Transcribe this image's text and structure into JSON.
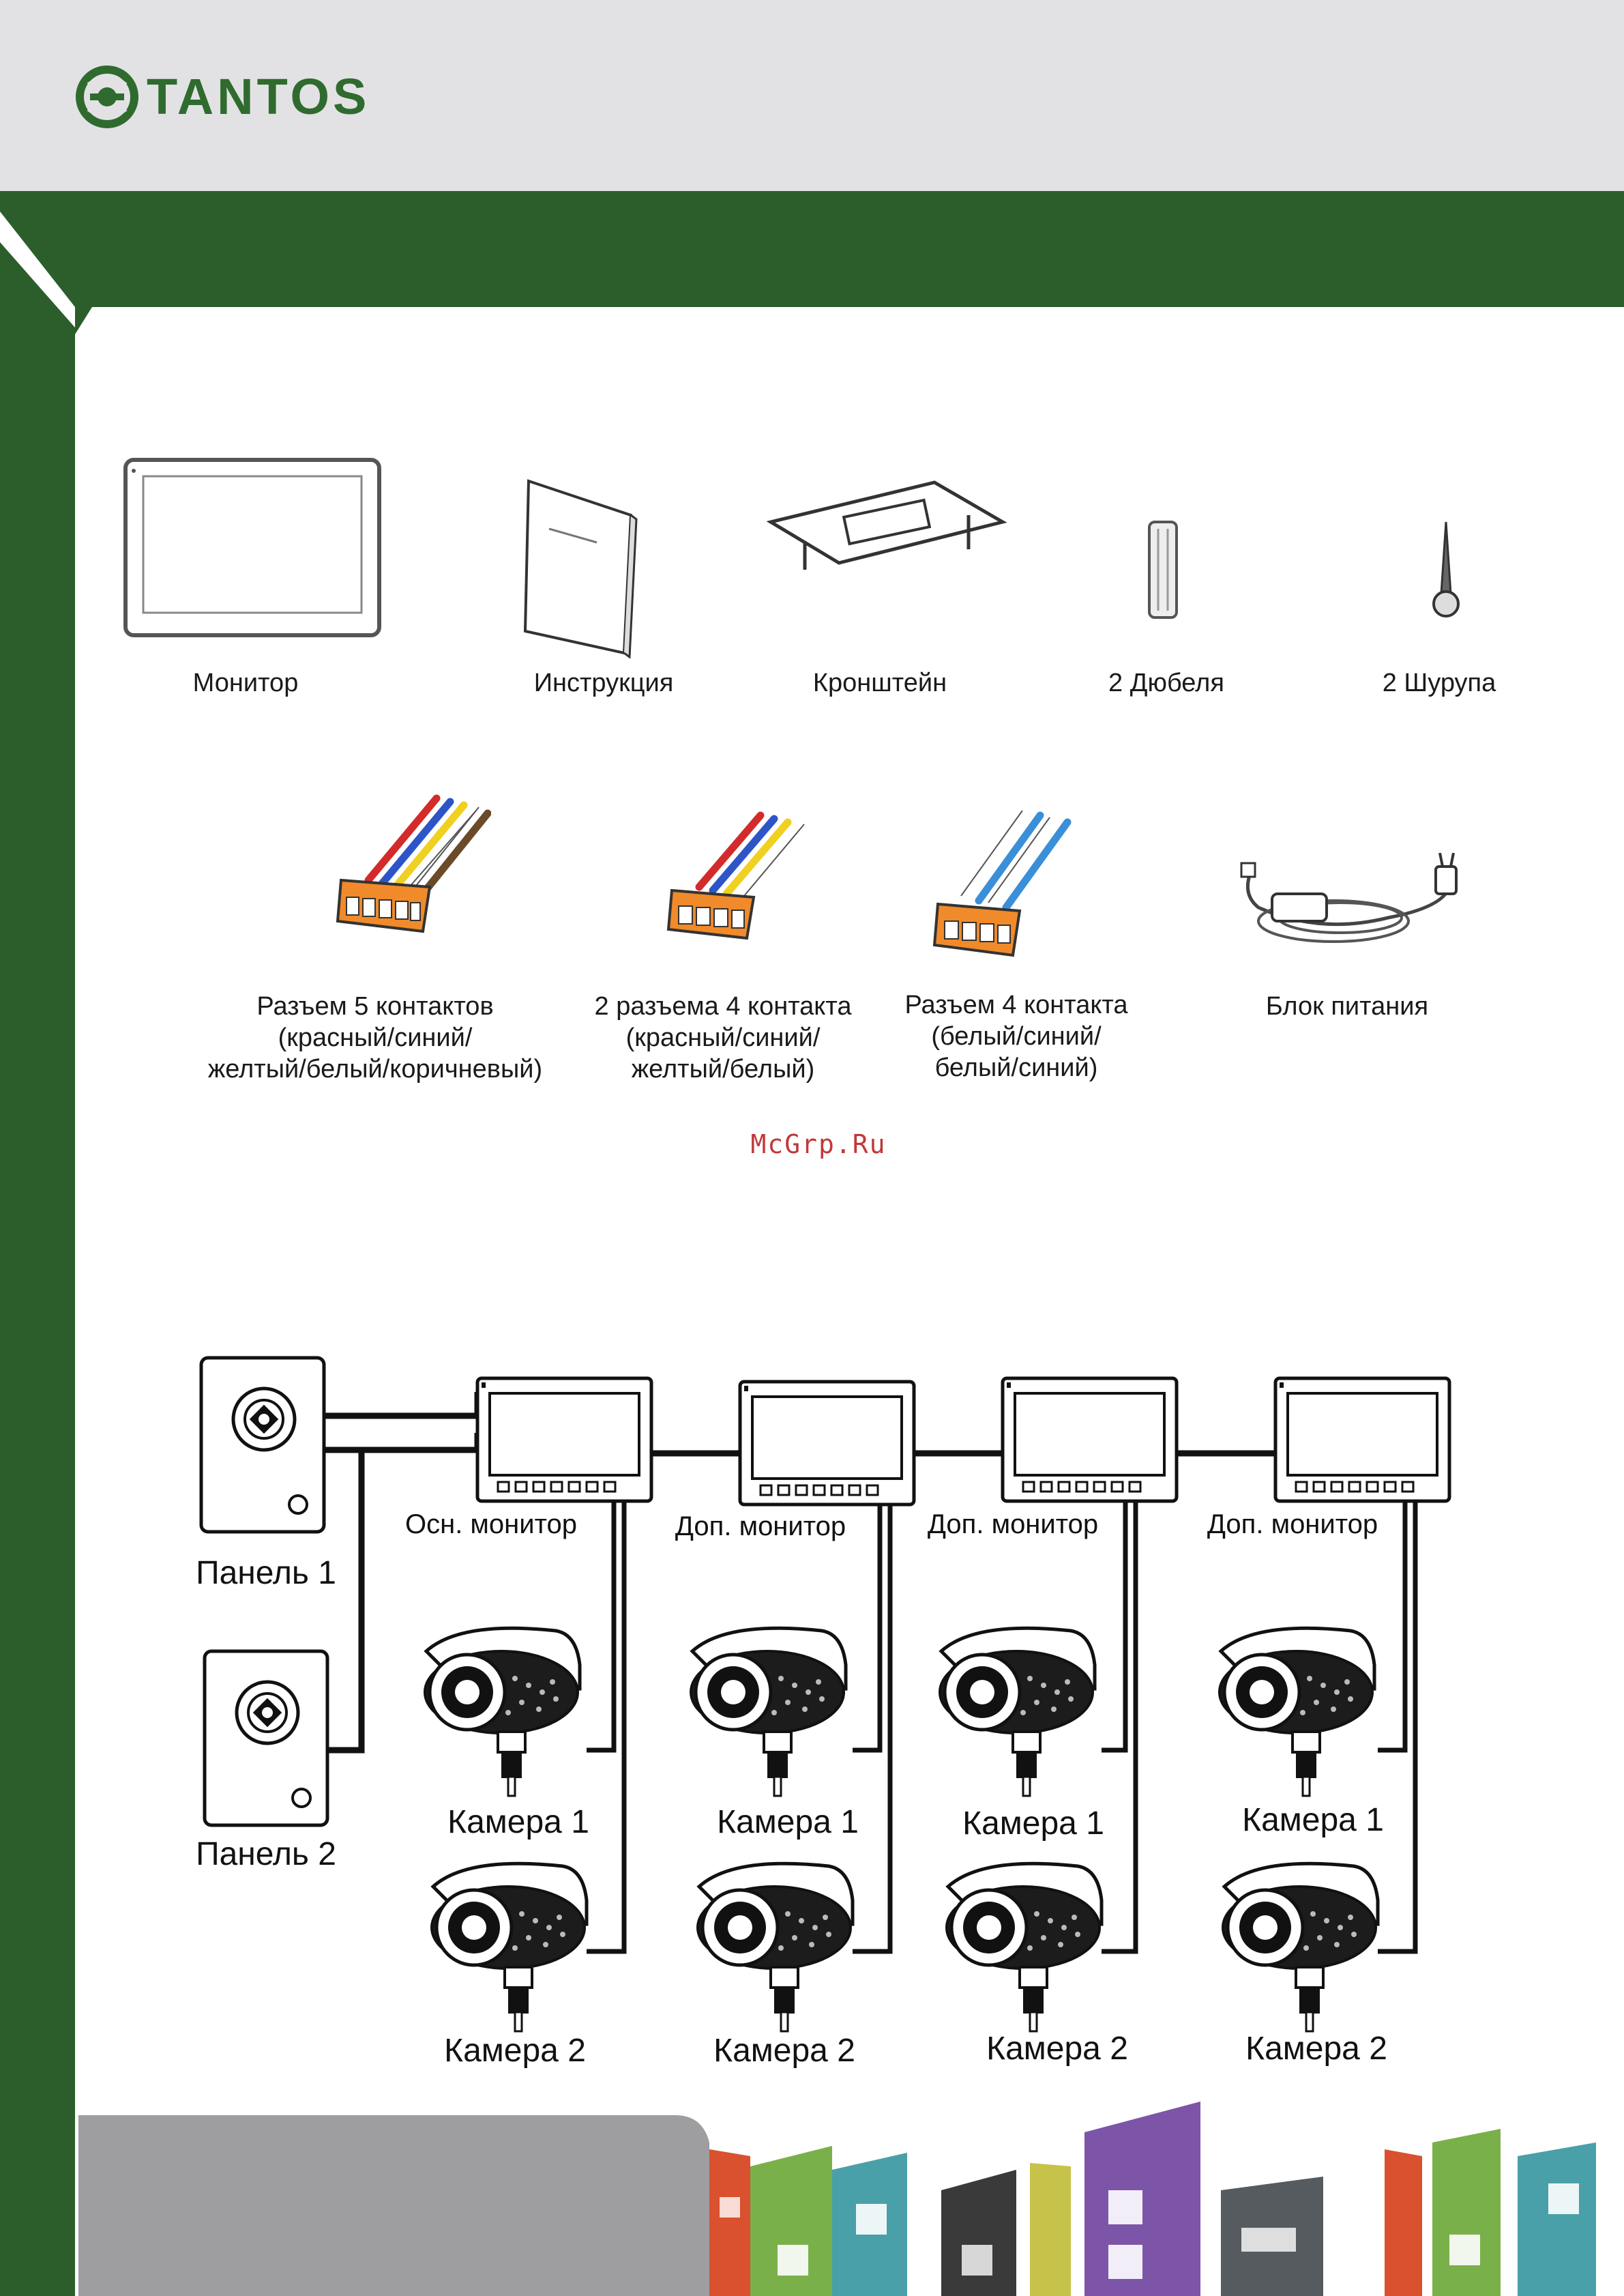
{
  "brand": {
    "name": "TANTOS"
  },
  "colors": {
    "brand_green": "#2f6b2e",
    "frame_green": "#2b5e2b",
    "header_gray": "#e2e2e4"
  },
  "contents": {
    "items": [
      {
        "icon": "monitor-icon",
        "label": "Монитор"
      },
      {
        "icon": "manual-icon",
        "label": "Инструкция"
      },
      {
        "icon": "bracket-icon",
        "label": "Кронштейн"
      },
      {
        "icon": "dowel-icon",
        "label": "2 Дюбеля"
      },
      {
        "icon": "screw-icon",
        "label": "2 Шурупа"
      }
    ],
    "connectors": [
      {
        "icon": "connector-5-icon",
        "lines": [
          "Разъем 5 контактов",
          "(красный/синий/",
          "желтый/белый/коричневый)"
        ]
      },
      {
        "icon": "connector-4-icon",
        "lines": [
          "2 разъема 4 контакта",
          "(красный/синий/",
          "желтый/белый)"
        ]
      },
      {
        "icon": "connector-4-white-icon",
        "lines": [
          "Разъем 4 контакта",
          "(белый/синий/",
          "белый/синий)"
        ]
      },
      {
        "icon": "power-supply-icon",
        "lines": [
          "Блок питания"
        ]
      }
    ]
  },
  "watermark": "McGrp.Ru",
  "diagram": {
    "panels": [
      "Панель 1",
      "Панель 2"
    ],
    "monitors": [
      "Осн. монитор",
      "Доп. монитор",
      "Доп. монитор",
      "Доп. монитор"
    ],
    "camera1": [
      "Камера 1",
      "Камера 1",
      "Камера 1",
      "Камера 1"
    ],
    "camera2": [
      "Камера 2",
      "Камера 2",
      "Камера 2",
      "Камера 2"
    ]
  }
}
